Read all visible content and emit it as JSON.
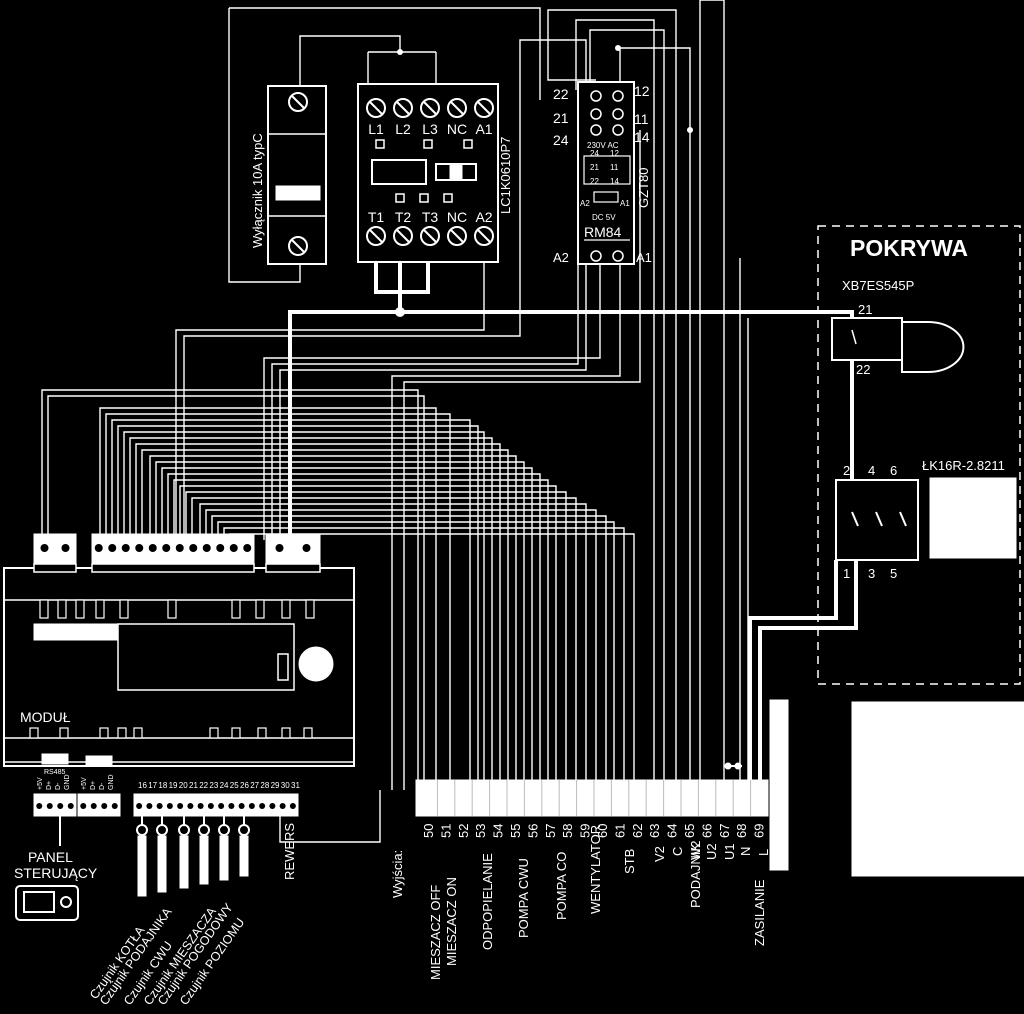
{
  "colors": {
    "background": "#000000",
    "foreground": "#ffffff"
  },
  "breaker": {
    "label": "Wyłącznik 10A typC"
  },
  "contactor": {
    "model": "LC1K0610P7",
    "top_terminals": [
      "L1",
      "L2",
      "L3",
      "NC",
      "A1"
    ],
    "bottom_terminals": [
      "T1",
      "T2",
      "T3",
      "NC",
      "A2"
    ]
  },
  "relay": {
    "name": "RM84",
    "model": "GZT80",
    "voltage": "230V AC",
    "dc": "DC 5V",
    "left_pins": [
      "22",
      "21",
      "24"
    ],
    "right_pins": [
      "12",
      "11",
      "14"
    ],
    "inner_left": [
      "24",
      "21",
      "22"
    ],
    "inner_right": [
      "12",
      "11",
      "14"
    ],
    "coil_left": "A2",
    "coil_right": "A1",
    "bottom_left": "A2",
    "bottom_right": "A1"
  },
  "cover": {
    "title": "POKRYWA",
    "estop": {
      "model": "XB7ES545P",
      "pin_top": "21",
      "pin_bottom": "22"
    },
    "switch": {
      "model": "ŁK16R-2.8211",
      "top_pins": [
        "2",
        "4",
        "6"
      ],
      "bottom_pins": [
        "1",
        "3",
        "5"
      ]
    }
  },
  "module": {
    "label": "MODUŁ",
    "rs485": "RS485",
    "plug_pins_a": [
      "+5V",
      "D+",
      "D-",
      "GND"
    ],
    "plug_pins_b": [
      "+5V",
      "D+",
      "D-",
      "GND"
    ],
    "sensor_pins": [
      "16",
      "17",
      "18",
      "19",
      "20",
      "21",
      "22",
      "23",
      "24",
      "25",
      "26",
      "27",
      "28",
      "29",
      "30",
      "31"
    ]
  },
  "panel": {
    "label_line1": "PANEL",
    "label_line2": "STERUJĄCY"
  },
  "sensors": [
    "Czujnik KOTŁA",
    "Czujnik PODAJNIKA",
    "Czujnik CWU",
    "Czujnik MIESZACZA",
    "Czujnik POGODOWY",
    "Czujnik POZIOMU"
  ],
  "rewers": "REWERS",
  "outputs": {
    "title": "Wyjścia:",
    "terminals": [
      "50",
      "51",
      "52",
      "53",
      "54",
      "55",
      "56",
      "57",
      "58",
      "59",
      "60",
      "61",
      "62",
      "63",
      "64",
      "65",
      "66",
      "67",
      "68",
      "69"
    ],
    "pin_letters": [
      "V2",
      "C",
      "W2",
      "U2",
      "U1",
      "N",
      "L"
    ],
    "labels": [
      "MIESZACZ OFF",
      "MIESZACZ ON",
      "ODPOPIELANIE",
      "POMPA CWU",
      "POMPA CO",
      "WENTYLATOR",
      "STB",
      "PODAJNIK",
      "ZASILANIE"
    ]
  }
}
